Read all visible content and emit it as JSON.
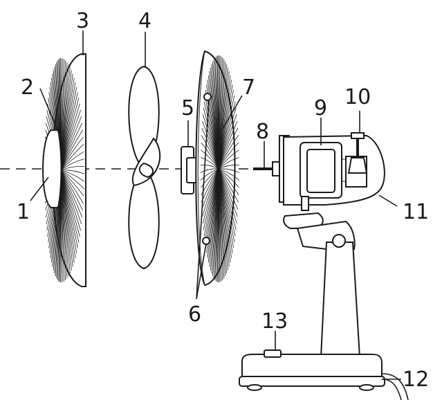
{
  "labels": {
    "front_cover_badge": "1",
    "spinner_ring": "2",
    "front_grille": "3",
    "blade": "4",
    "blade_cap": "5",
    "grille_clips": "6",
    "rear_grille": "7",
    "motor_shaft": "8",
    "motor": "9",
    "oscillation_knob": "10",
    "rear_housing": "11",
    "power_cord": "12",
    "speed_switch": "13"
  },
  "colors": {
    "ink": "#1a1a1a",
    "background": "#ffffff"
  }
}
